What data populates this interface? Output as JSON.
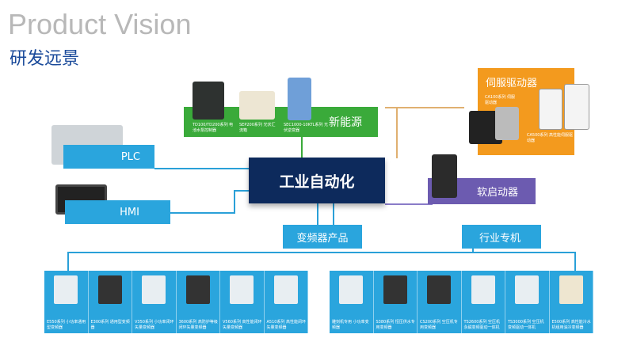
{
  "title_en": "Product Vision",
  "title_cn": "研发远景",
  "core": "工业自动化",
  "branches": {
    "plc": "PLC",
    "hmi": "HMI",
    "new_energy": "新能源",
    "servo": "伺服驱动器",
    "soft_start": "软启动器",
    "inverter": "变频器产品",
    "industry": "行业专机"
  },
  "new_energy_products": [
    "TD100/TD200系列 电池水泵控制器",
    "SEP200系列 光伏汇流箱",
    "SEC1000-10KTL系列 光伏逆变器"
  ],
  "servo_products": [
    "CA100系列 伺服驱动器",
    "CA500系列 高性能伺服驱动器"
  ],
  "inverter_products": [
    "E550系列 小功率通用型变频器",
    "E300系列 通用型变频器",
    "V350系列 小功率闭环矢量变频器",
    "3600系列 高防护等级闭环矢量变频器",
    "V560系列 高性能闭环矢量变频器",
    "A510系列 高性能闭环矢量变频器"
  ],
  "industry_products": [
    "雕刻机专用 小功率变频器",
    "S380系列 恒压供水专用变频器",
    "CS200系列 空压机专用变频器",
    "TS2600系列 空压机永磁变频驱动一体机",
    "TS3000系列 空压机变频驱动一体机",
    "E500系列 高性能冷水机组用油冷变频器"
  ],
  "colors": {
    "blue": "#2aa5dd",
    "green": "#3aaa3a",
    "orange": "#f39a1e",
    "purple": "#6c5bb0",
    "navy": "#0d2a5c"
  }
}
